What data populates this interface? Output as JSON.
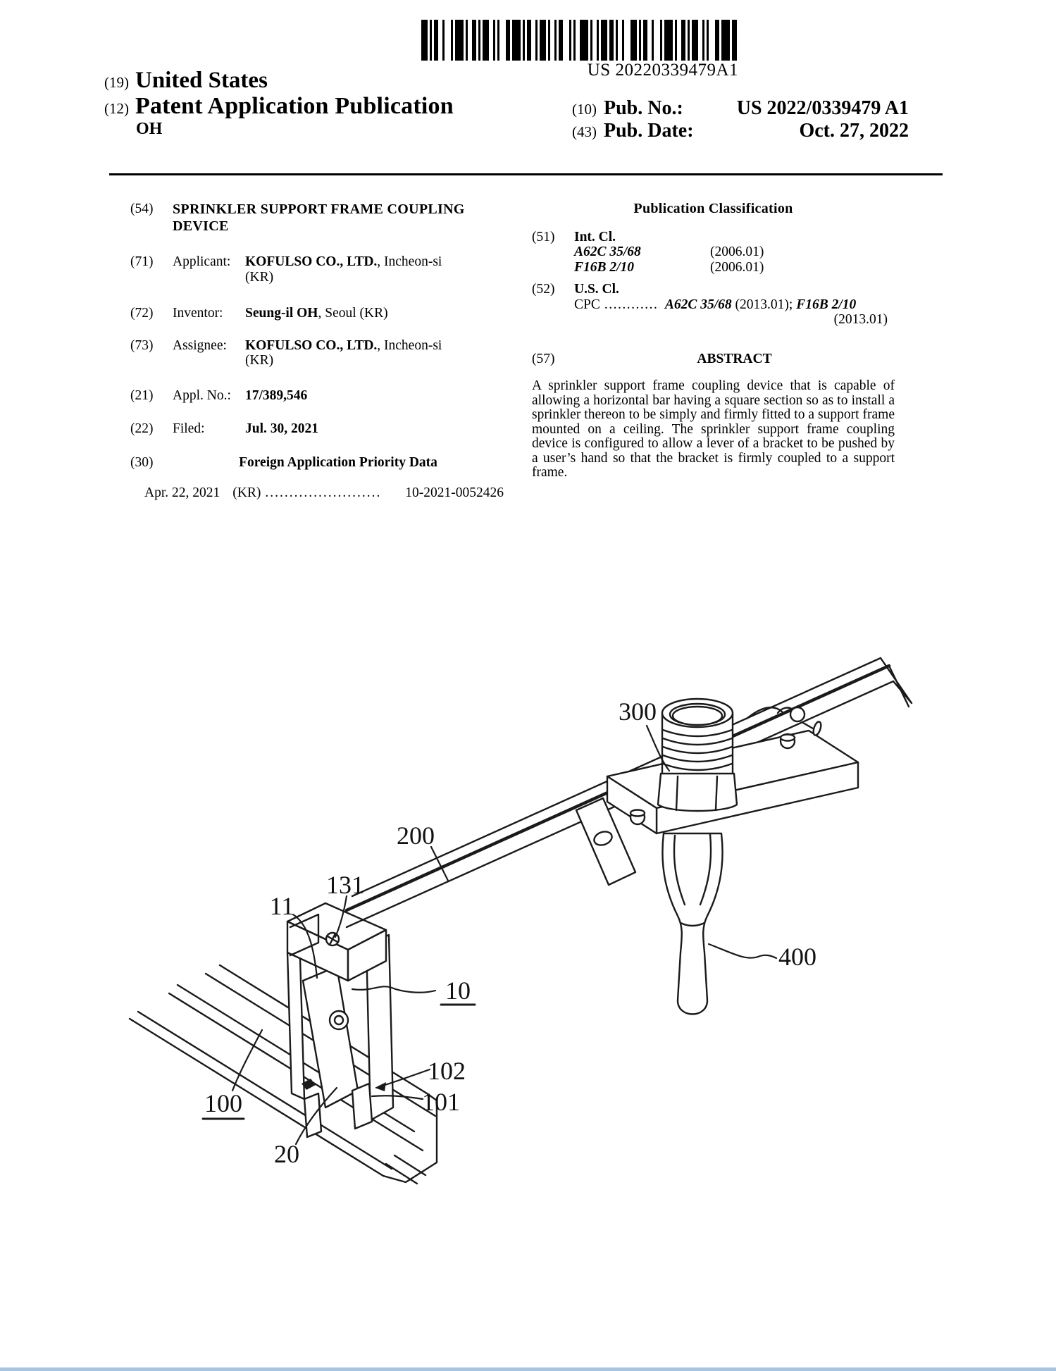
{
  "document": {
    "barcode_text": "US 20220339479A1",
    "header": {
      "country_code": "(19)",
      "country": "United States",
      "doc_type_code": "(12)",
      "doc_type": "Patent Application Publication",
      "author_line": "OH",
      "pub_no_code": "(10)",
      "pub_no_label": "Pub. No.:",
      "pub_no": "US 2022/0339479 A1",
      "pub_date_code": "(43)",
      "pub_date_label": "Pub. Date:",
      "pub_date": "Oct. 27, 2022"
    },
    "left_column": {
      "title": {
        "code": "(54)",
        "line1": "SPRINKLER SUPPORT FRAME COUPLING",
        "line2": "DEVICE"
      },
      "applicant": {
        "code": "(71)",
        "label": "Applicant:",
        "name": "KOFULSO CO., LTD.",
        "rest": ", Incheon-si",
        "line2": "(KR)"
      },
      "inventor": {
        "code": "(72)",
        "label": "Inventor:",
        "name": "Seung-il OH",
        "rest": ", Seoul (KR)"
      },
      "assignee": {
        "code": "(73)",
        "label": "Assignee:",
        "name": "KOFULSO CO., LTD.",
        "rest": ", Incheon-si",
        "line2": "(KR)"
      },
      "appl_no": {
        "code": "(21)",
        "label": "Appl. No.:",
        "value": "17/389,546"
      },
      "filed": {
        "code": "(22)",
        "label": "Filed:",
        "value": "Jul. 30, 2021"
      },
      "foreign": {
        "code": "(30)",
        "heading": "Foreign Application Priority Data"
      },
      "priority": {
        "date": "Apr. 22, 2021",
        "country": "(KR)",
        "dots": "........................",
        "number": "10-2021-0052426"
      }
    },
    "right_column": {
      "pub_class_heading": "Publication Classification",
      "int_cl": {
        "code": "(51)",
        "label": "Int. Cl.",
        "entries": [
          {
            "cls": "A62C 35/68",
            "ver": "(2006.01)"
          },
          {
            "cls": "F16B 2/10",
            "ver": "(2006.01)"
          }
        ]
      },
      "us_cl": {
        "code": "(52)",
        "label": "U.S. Cl.",
        "cpc": "CPC",
        "dots": "................",
        "part1": "A62C 35/68",
        "mid": " (2013.01); ",
        "part2": "F16B 2/10",
        "cont": "(2013.01)"
      },
      "abstract": {
        "code": "(57)",
        "heading": "ABSTRACT",
        "text": "A sprinkler support frame coupling device that is capable of allowing a horizontal bar having a square section so as to install a sprinkler thereon to be simply and firmly fitted to a support frame mounted on a ceiling. The sprinkler support frame coupling device is configured to allow a lever of a bracket to be pushed by a user’s hand so that the bracket is firmly coupled to a support frame."
      }
    },
    "figure": {
      "labels": {
        "l300": "300",
        "l200": "200",
        "l131": "131",
        "l11": "11",
        "l10": "10",
        "l102": "102",
        "l101": "101",
        "l100": "100",
        "l20": "20",
        "l400": "400"
      }
    }
  }
}
